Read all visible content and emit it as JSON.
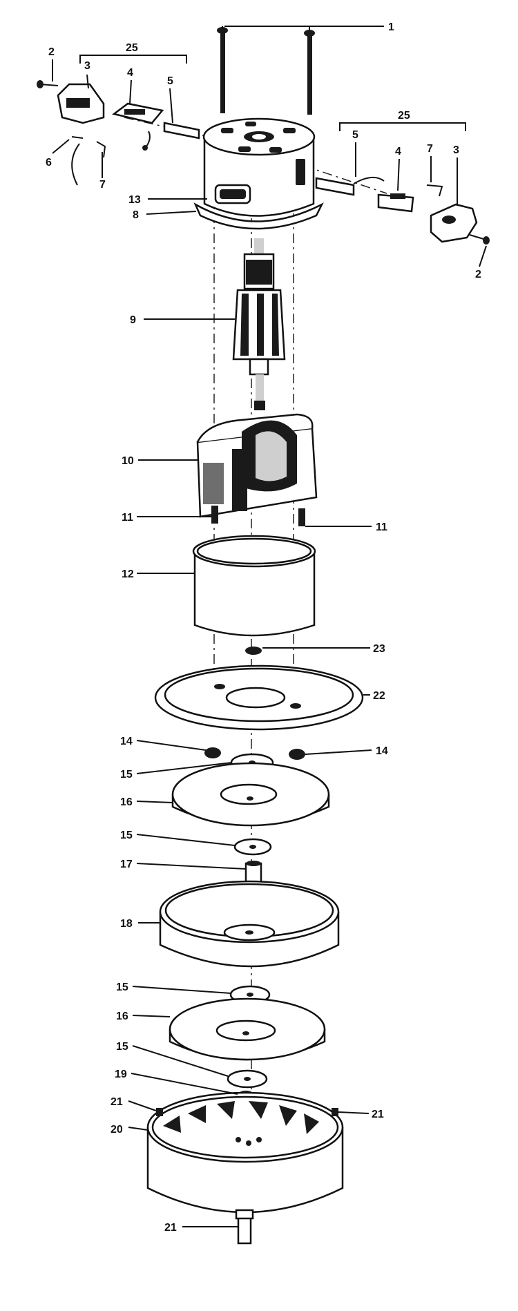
{
  "labels": {
    "l1": "1",
    "l2a": "2",
    "l2b": "2",
    "l25a": "25",
    "l25b": "25",
    "l3a": "3",
    "l3b": "3",
    "l4a": "4",
    "l4b": "4",
    "l5a": "5",
    "l5b": "5",
    "l6": "6",
    "l7a": "7",
    "l7b": "7",
    "l13": "13",
    "l8": "8",
    "l9": "9",
    "l10": "10",
    "l11a": "11",
    "l11b": "11",
    "l12": "12",
    "l23": "23",
    "l22": "22",
    "l14a": "14",
    "l14b": "14",
    "l15a": "15",
    "l15b": "15",
    "l15c": "15",
    "l15d": "15",
    "l16a": "16",
    "l16b": "16",
    "l17": "17",
    "l18": "18",
    "l19": "19",
    "l21a": "21",
    "l21b": "21",
    "l21c": "21",
    "l20": "20"
  }
}
